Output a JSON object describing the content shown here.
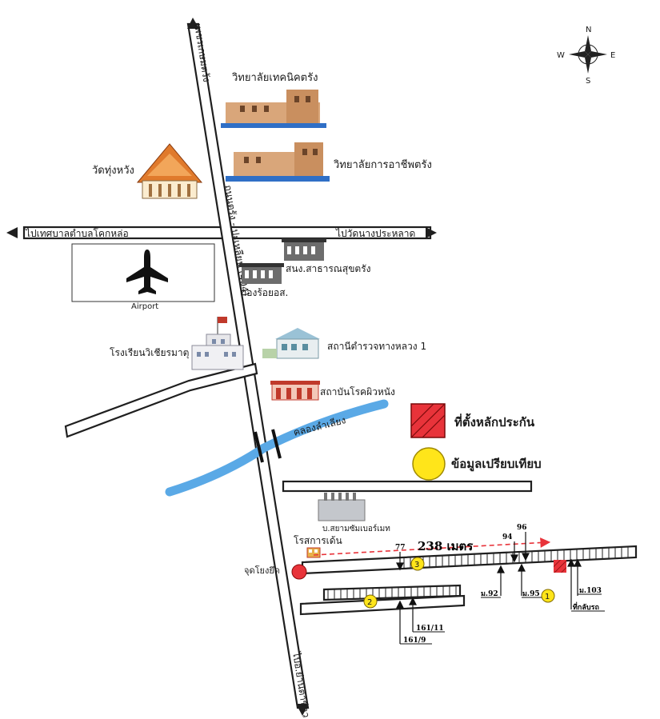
{
  "compass": {
    "north": "N",
    "south": "S",
    "east": "E",
    "west": "W"
  },
  "roads": {
    "main_north": "เพชรเกษมตรัง",
    "main_mid": "ถนนตรัง - ปะเหลียน (404)",
    "main_south": "ไปอ.ย่านตาขาว",
    "to_west": "ไปเทศบาลตำบลโคกหล่อ",
    "to_east": "ไปวัดนางประหลาด",
    "canal": "คลองลำเลียง",
    "junction": "จุดโยงยึด"
  },
  "landmarks": {
    "college_tech": "วิทยาลัยเทคนิคตรัง",
    "college_voc": "วิทยาลัยการอาชีพตรัง",
    "temple": "วัดทุ่งหวัง",
    "airport": "Airport",
    "health_office": "สนง.สาธารณสุขตรัง",
    "isoc": "กองร้อยอส.",
    "police": "สถานีตำรวจทางหลวง 1",
    "skin_institute": "สถาบันโรคผิวหนัง",
    "school": "โรงเรียนวิเชียรมาตุ",
    "factory": "บ.สยามซัมเบอร์เมท",
    "rosakarn": "โรสการเด้น"
  },
  "legend": {
    "collateral": "ที่ตั้งหลักประกัน",
    "comparison": "ข้อมูลเปรียบเทียบ"
  },
  "distance": "238 เมตร",
  "plots": {
    "p77": "77",
    "p94": "94",
    "p96": "96",
    "m92": "ม.92",
    "m95": "ม.95",
    "m103": "ม.103",
    "p161_11": "161/11",
    "p161_9": "161/9",
    "car_parking": "ที่กลับรถ"
  },
  "markers": [
    "1",
    "2",
    "3"
  ],
  "colors": {
    "canal": "#5aa9e6",
    "collateral": "#e8333a",
    "comparison": "#ffe51a",
    "junction": "#e8333a",
    "distance_arrow": "#e8333a"
  }
}
